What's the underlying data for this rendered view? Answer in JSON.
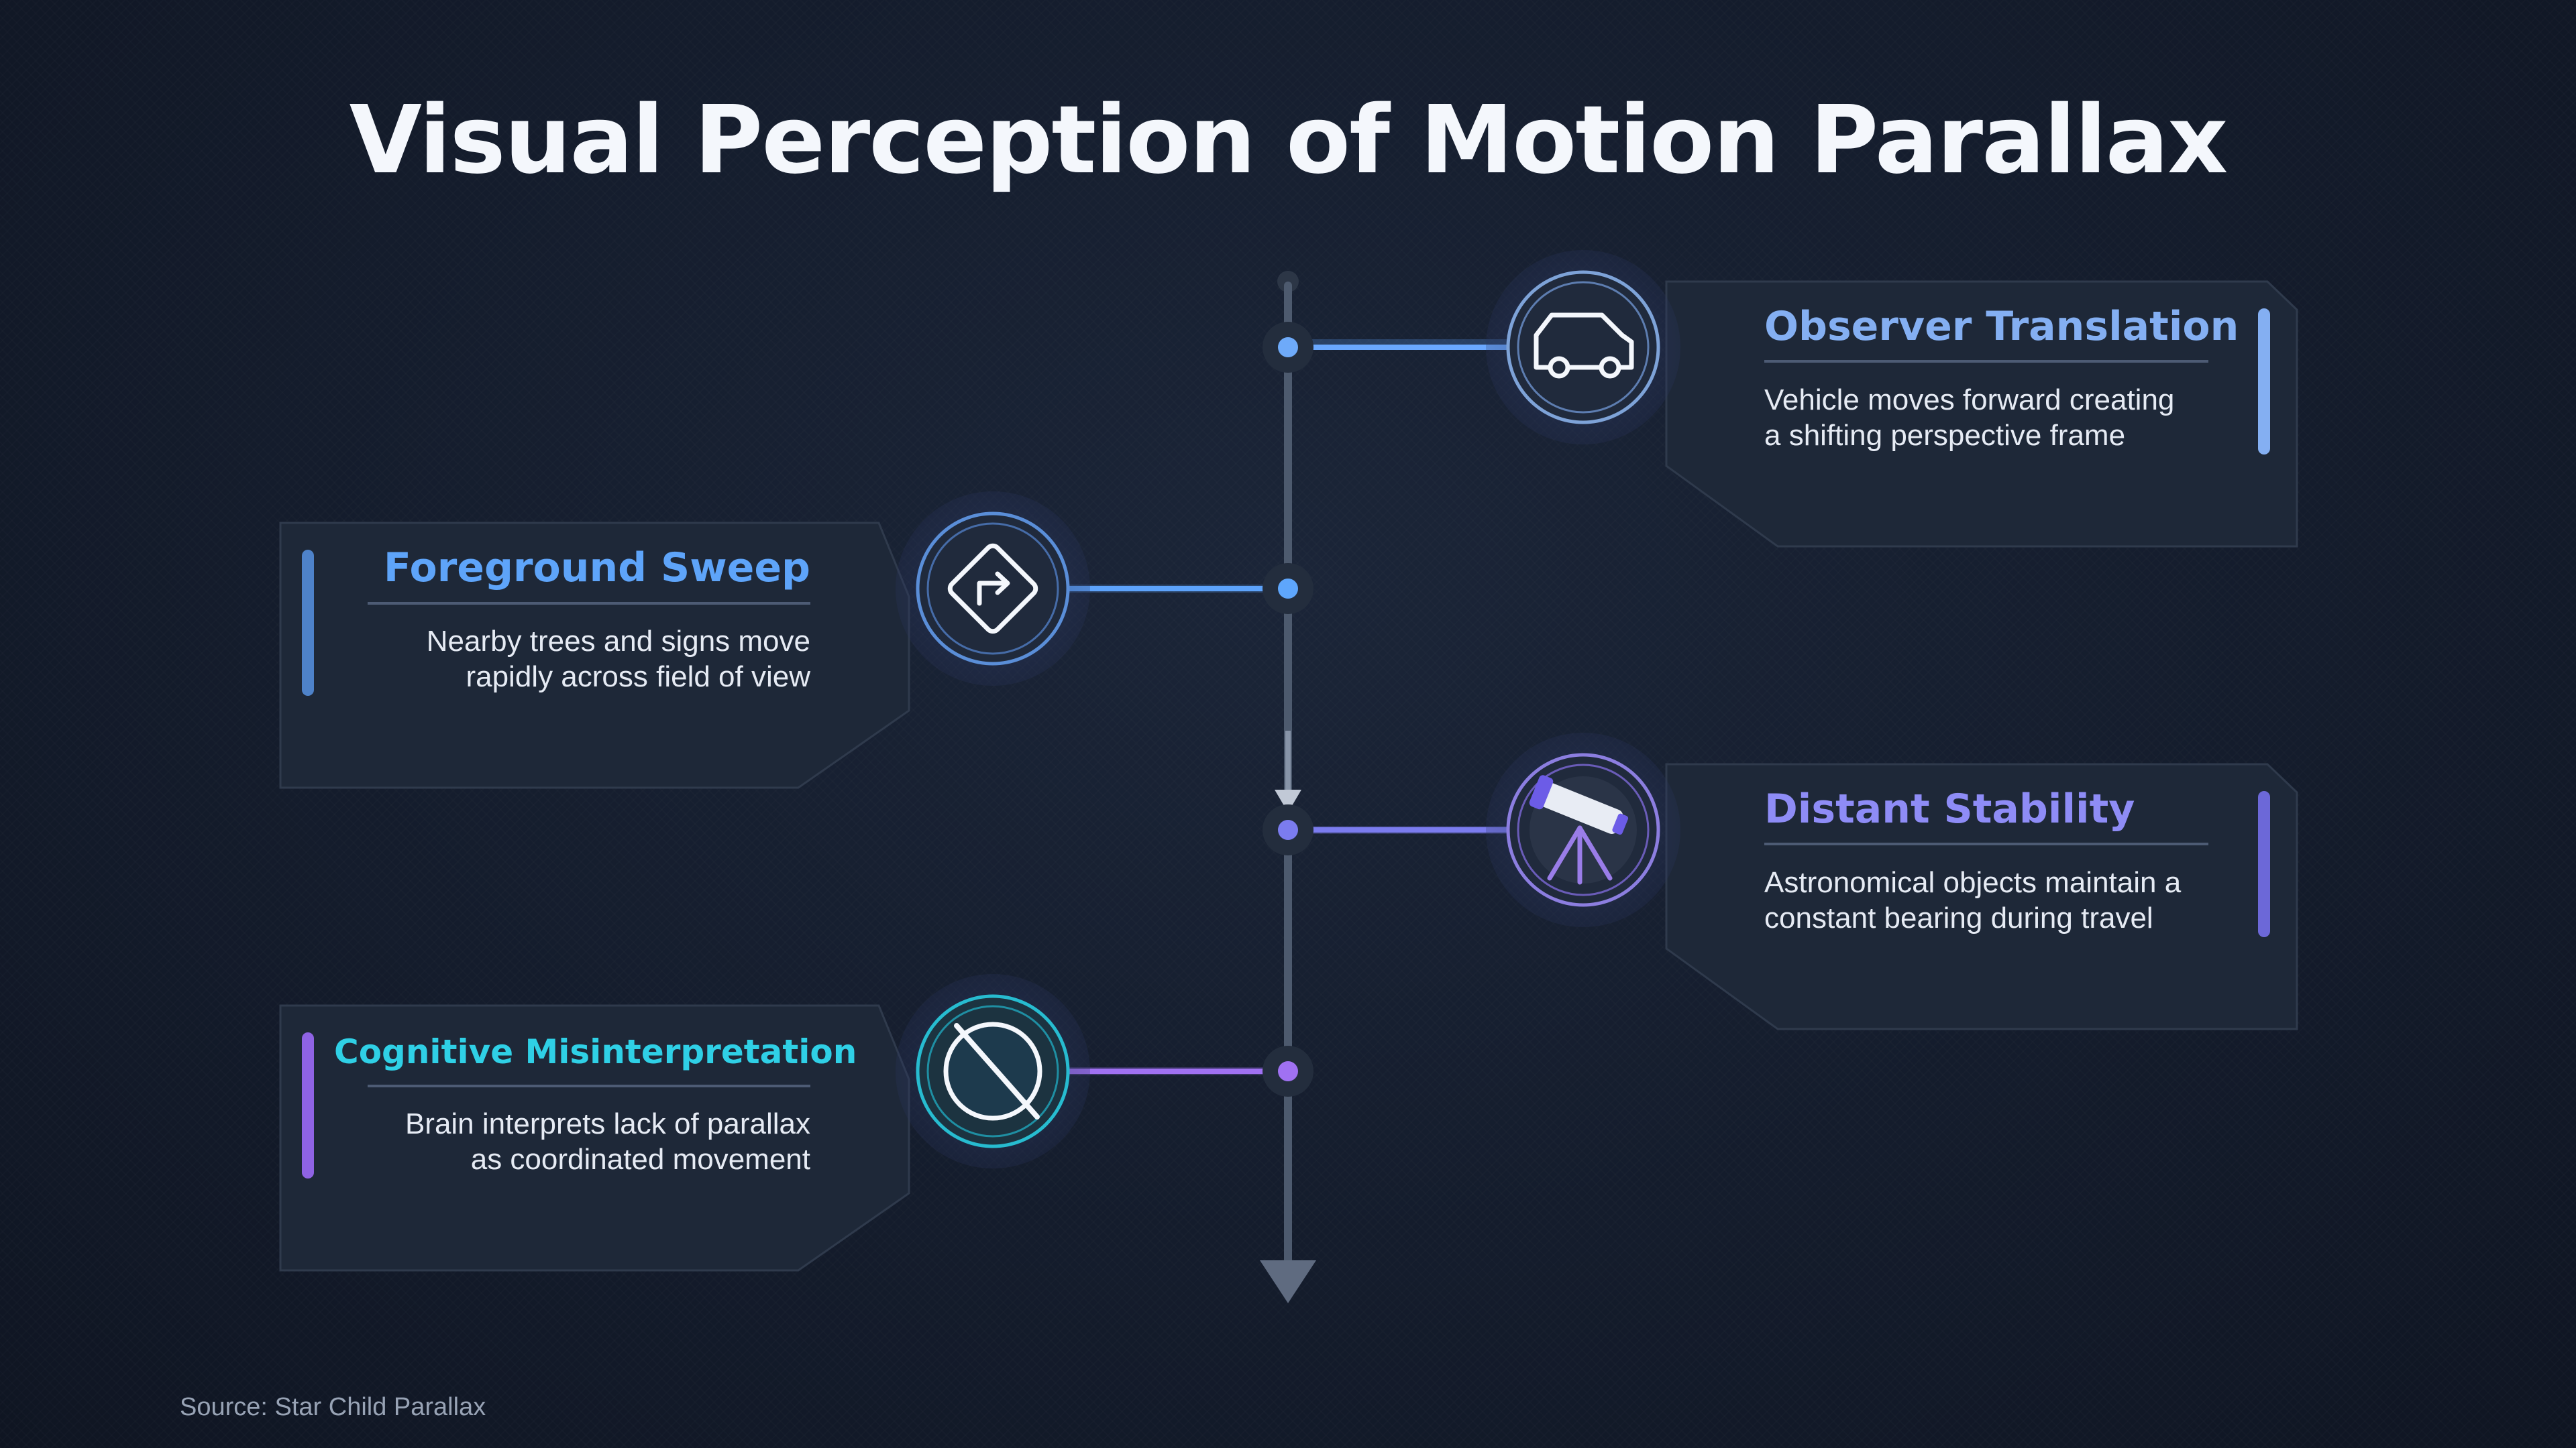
{
  "title": "Visual Perception of Motion Parallax",
  "source": "Source: Star Child Parallax",
  "colors": {
    "background": "#141c2c",
    "card": "#1e2838",
    "axis": "#4a5568",
    "blue": "#5aa3ff",
    "light_blue": "#79aefc",
    "indigo": "#7b7cef",
    "violet": "#9c6ef2",
    "cyan": "#2ecde2"
  },
  "stages": [
    {
      "title": "Observer Translation",
      "description_lines": [
        "Vehicle moves forward creating",
        "a shifting perspective frame"
      ],
      "icon": "car-icon",
      "side": "right",
      "accent": "#84aff2"
    },
    {
      "title": "Foreground Sweep",
      "description_lines": [
        "Nearby trees and signs move",
        "rapidly across field of view"
      ],
      "icon": "turn-right-sign-icon",
      "side": "left",
      "accent": "#5ea4f9"
    },
    {
      "title": "Distant Stability",
      "description_lines": [
        "Astronomical objects maintain a",
        "constant bearing during travel"
      ],
      "icon": "telescope-icon",
      "side": "right",
      "accent": "#8e8cf6"
    },
    {
      "title": "Cognitive Misinterpretation",
      "description_lines": [
        "Brain interprets lack of parallax",
        "as coordinated movement"
      ],
      "icon": "no-symbol-icon",
      "side": "left",
      "accent": "#2fd0e6"
    }
  ]
}
